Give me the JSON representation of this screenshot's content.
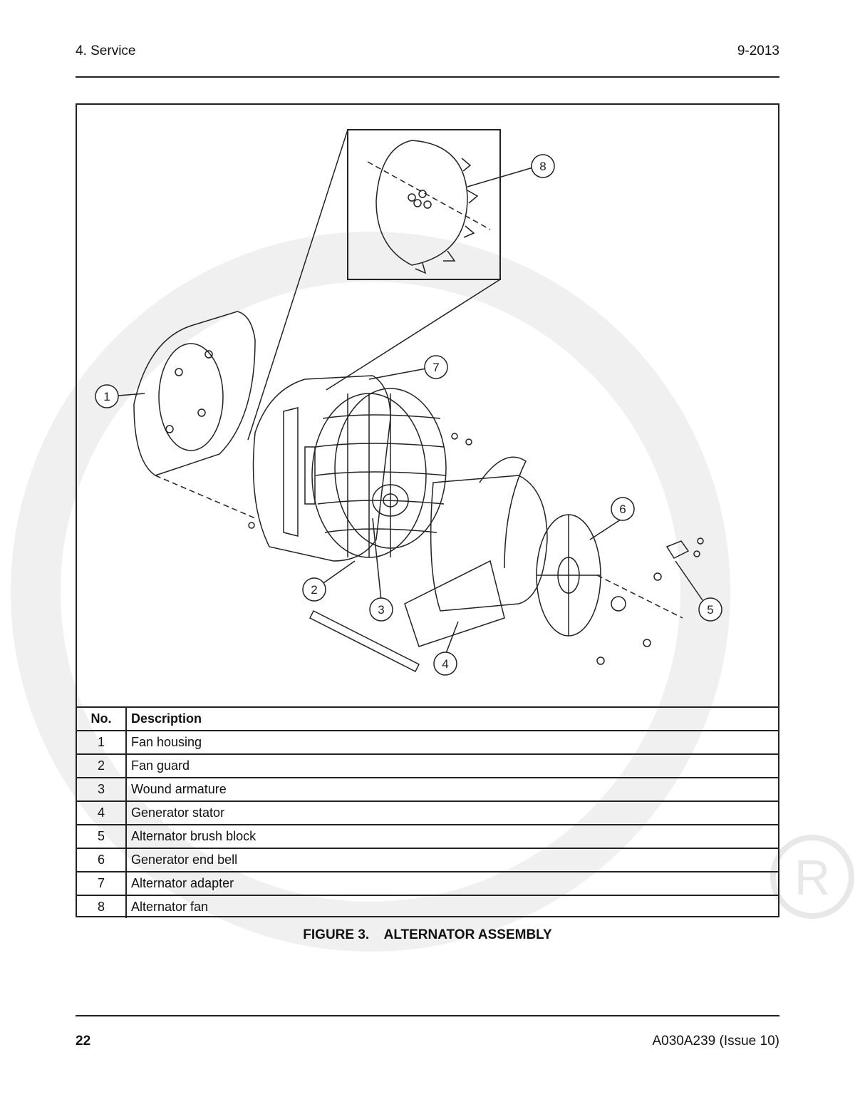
{
  "header": {
    "section": "4. Service",
    "date": "9-2013"
  },
  "figure": {
    "callouts": [
      "1",
      "2",
      "3",
      "4",
      "5",
      "6",
      "7",
      "8"
    ],
    "caption": "FIGURE 3.    ALTERNATOR ASSEMBLY"
  },
  "parts_table": {
    "headers": {
      "no": "No.",
      "description": "Description"
    },
    "rows": [
      {
        "no": "1",
        "description": "Fan housing"
      },
      {
        "no": "2",
        "description": "Fan guard"
      },
      {
        "no": "3",
        "description": "Wound armature"
      },
      {
        "no": "4",
        "description": "Generator stator"
      },
      {
        "no": "5",
        "description": "Alternator brush block"
      },
      {
        "no": "6",
        "description": "Generator end bell"
      },
      {
        "no": "7",
        "description": "Alternator adapter"
      },
      {
        "no": "8",
        "description": "Alternator fan"
      }
    ]
  },
  "footer": {
    "page": "22",
    "doc_id": "A030A239 (Issue 10)"
  }
}
